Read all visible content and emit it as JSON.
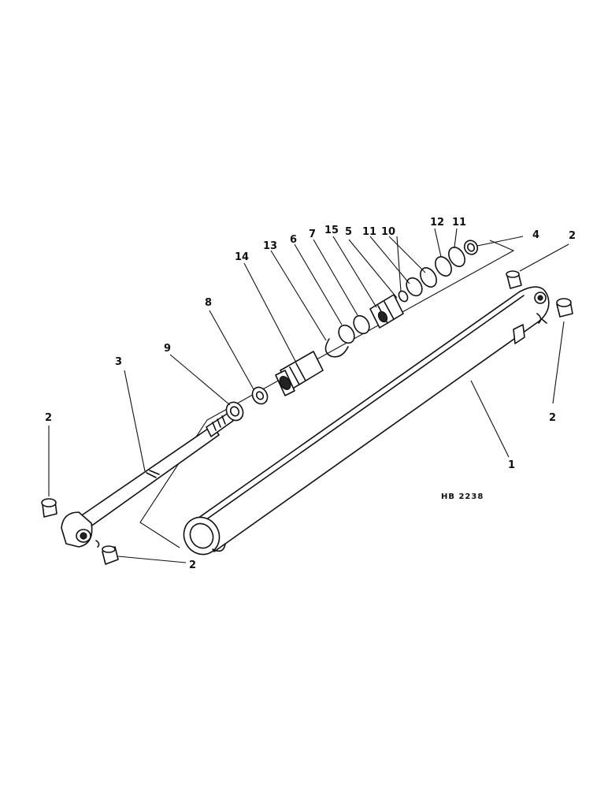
{
  "drawing_code": "HB 2238",
  "callouts": {
    "c1": "1",
    "c2a": "2",
    "c2b": "2",
    "c2c": "2",
    "c2d": "2",
    "c3": "3",
    "c4": "4",
    "c5": "5",
    "c6": "6",
    "c7": "7",
    "c8": "8",
    "c9": "9",
    "c10": "10",
    "c11a": "11",
    "c11b": "11",
    "c12": "12",
    "c13": "13",
    "c14": "14",
    "c15": "15"
  }
}
